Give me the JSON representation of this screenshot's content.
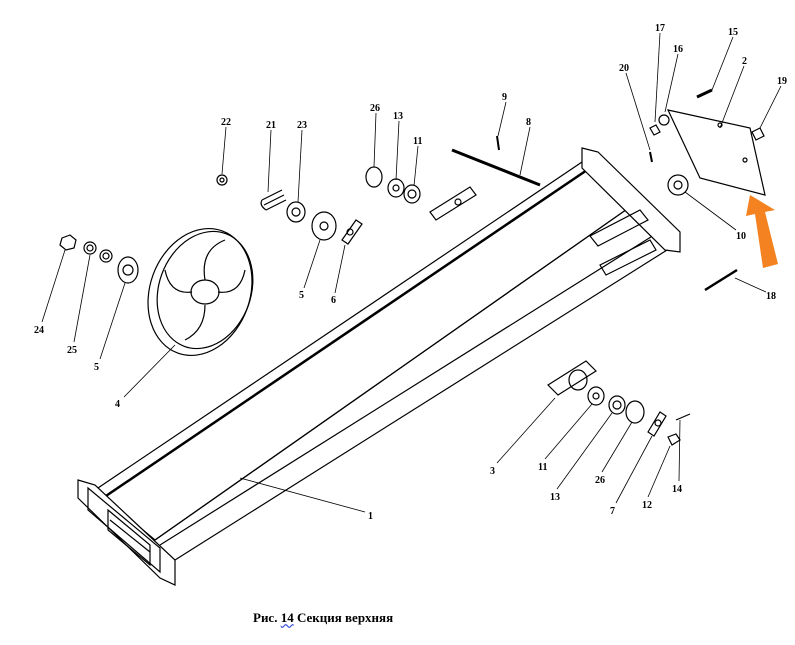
{
  "caption": {
    "prefix": "Рис. ",
    "number": "14",
    "title": " Секция верхняя"
  },
  "callouts": [
    "17",
    "15",
    "16",
    "2",
    "20",
    "19",
    "9",
    "26",
    "13",
    "8",
    "22",
    "21",
    "23",
    "11",
    "10",
    "5",
    "6",
    "18",
    "24",
    "25",
    "5",
    "4",
    "3",
    "11",
    "13",
    "26",
    "7",
    "12",
    "14",
    "1"
  ],
  "colors": {
    "arrow": "#f58220",
    "line": "#000000"
  }
}
